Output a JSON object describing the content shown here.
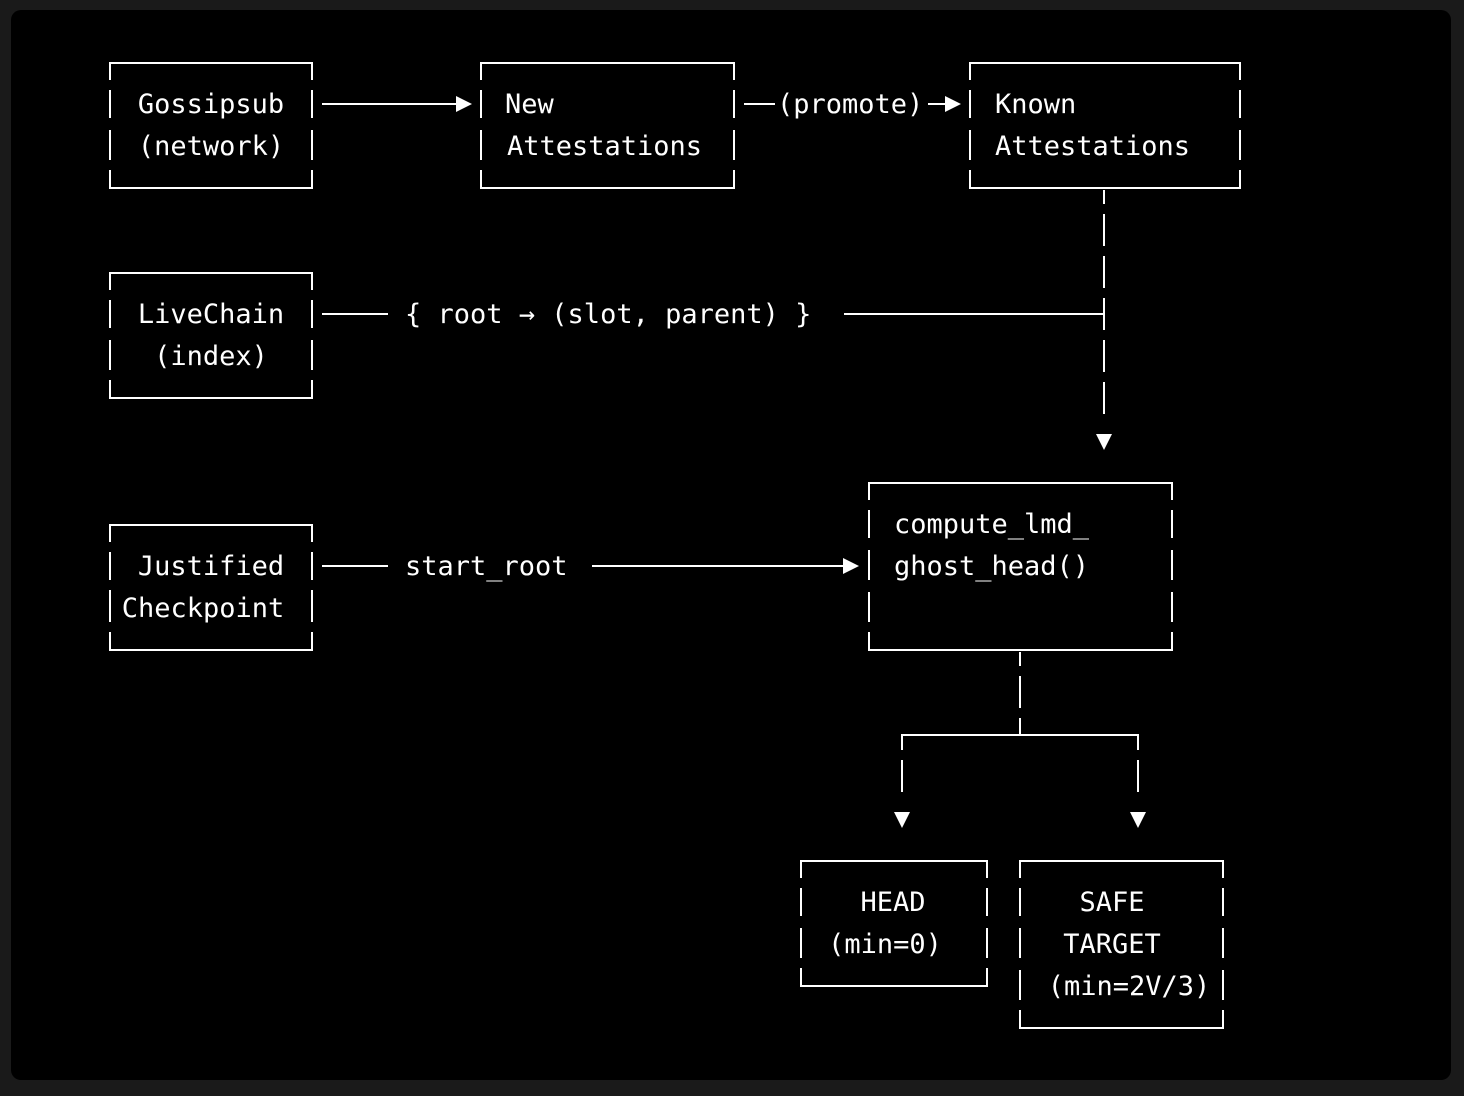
{
  "colors": {
    "background": "#000000",
    "outer": "#1a1a1a",
    "foreground": "#ffffff"
  },
  "nodes": {
    "gossipsub": {
      "line1": "Gossipsub",
      "line2": "(network)"
    },
    "new_att": {
      "line1": "New",
      "line2": "Attestations"
    },
    "known_att": {
      "line1": "Known",
      "line2": "Attestations"
    },
    "livechain": {
      "line1": "LiveChain",
      "line2": "(index)"
    },
    "justified": {
      "line1": "Justified",
      "line2": "Checkpoint"
    },
    "compute": {
      "line1": "compute_lmd_",
      "line2": "ghost_head()"
    },
    "head": {
      "line1": "HEAD",
      "line2": "(min=0)"
    },
    "safe": {
      "line1": "SAFE",
      "line2": "TARGET",
      "line3": "(min=2V/3)"
    }
  },
  "edges": {
    "promote": "(promote)",
    "root_map": "{ root → (slot, parent) }",
    "start_root": "start_root"
  }
}
